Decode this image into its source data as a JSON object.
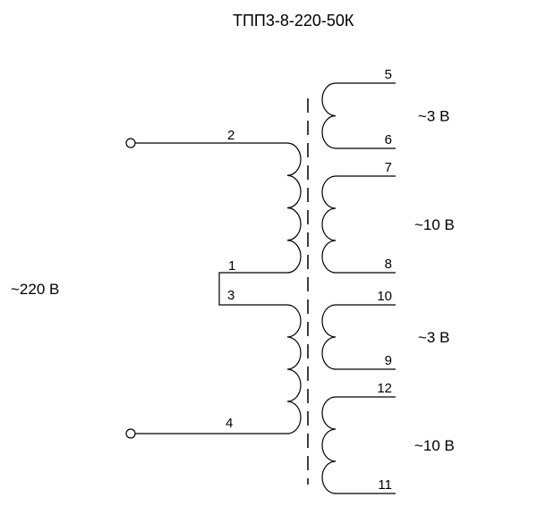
{
  "title": "ТПП3-8-220-50К",
  "primary": {
    "voltage": "~220 В",
    "pins": {
      "top": "2",
      "tap_upper": "1",
      "tap_lower": "3",
      "bottom": "4"
    }
  },
  "secondaries": [
    {
      "top_pin": "5",
      "bottom_pin": "6",
      "voltage": "~3 В",
      "turns": 2
    },
    {
      "top_pin": "7",
      "bottom_pin": "8",
      "voltage": "~10 В",
      "turns": 3
    },
    {
      "top_pin": "10",
      "bottom_pin": "9",
      "voltage": "~3 В",
      "turns": 2
    },
    {
      "top_pin": "12",
      "bottom_pin": "11",
      "voltage": "~10 В",
      "turns": 3
    }
  ],
  "colors": {
    "line": "#000000",
    "background": "#ffffff"
  }
}
